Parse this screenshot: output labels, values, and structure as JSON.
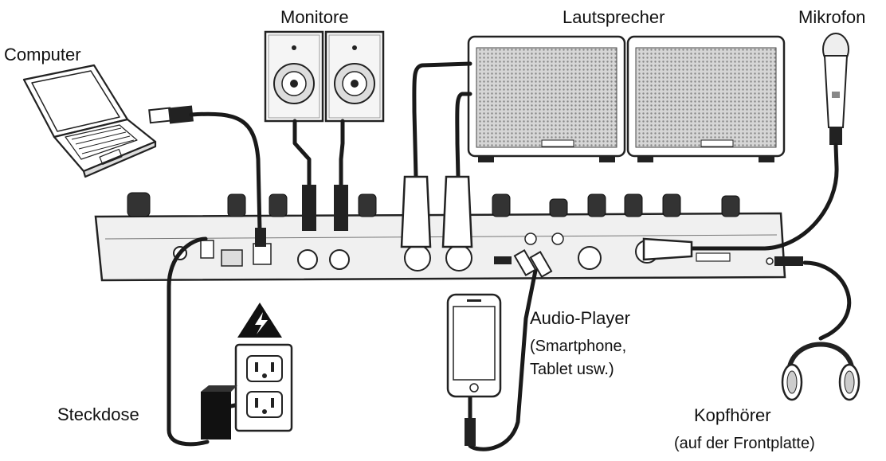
{
  "labels": {
    "computer": "Computer",
    "monitors": "Monitore",
    "speakers": "Lautsprecher",
    "microphone": "Mikrofon",
    "audio_player": "Audio-Player",
    "audio_player_detail_1": "(Smartphone,",
    "audio_player_detail_2": "Tablet usw.)",
    "outlet": "Steckdose",
    "headphones": "Kopfhörer",
    "headphones_detail": "(auf der Frontplatte)"
  },
  "icons": [
    "laptop-icon",
    "studio-monitor-icon",
    "speaker-icon",
    "microphone-icon",
    "smartphone-icon",
    "headphones-icon",
    "wall-outlet-icon",
    "power-adapter-icon",
    "high-voltage-warning-icon"
  ]
}
